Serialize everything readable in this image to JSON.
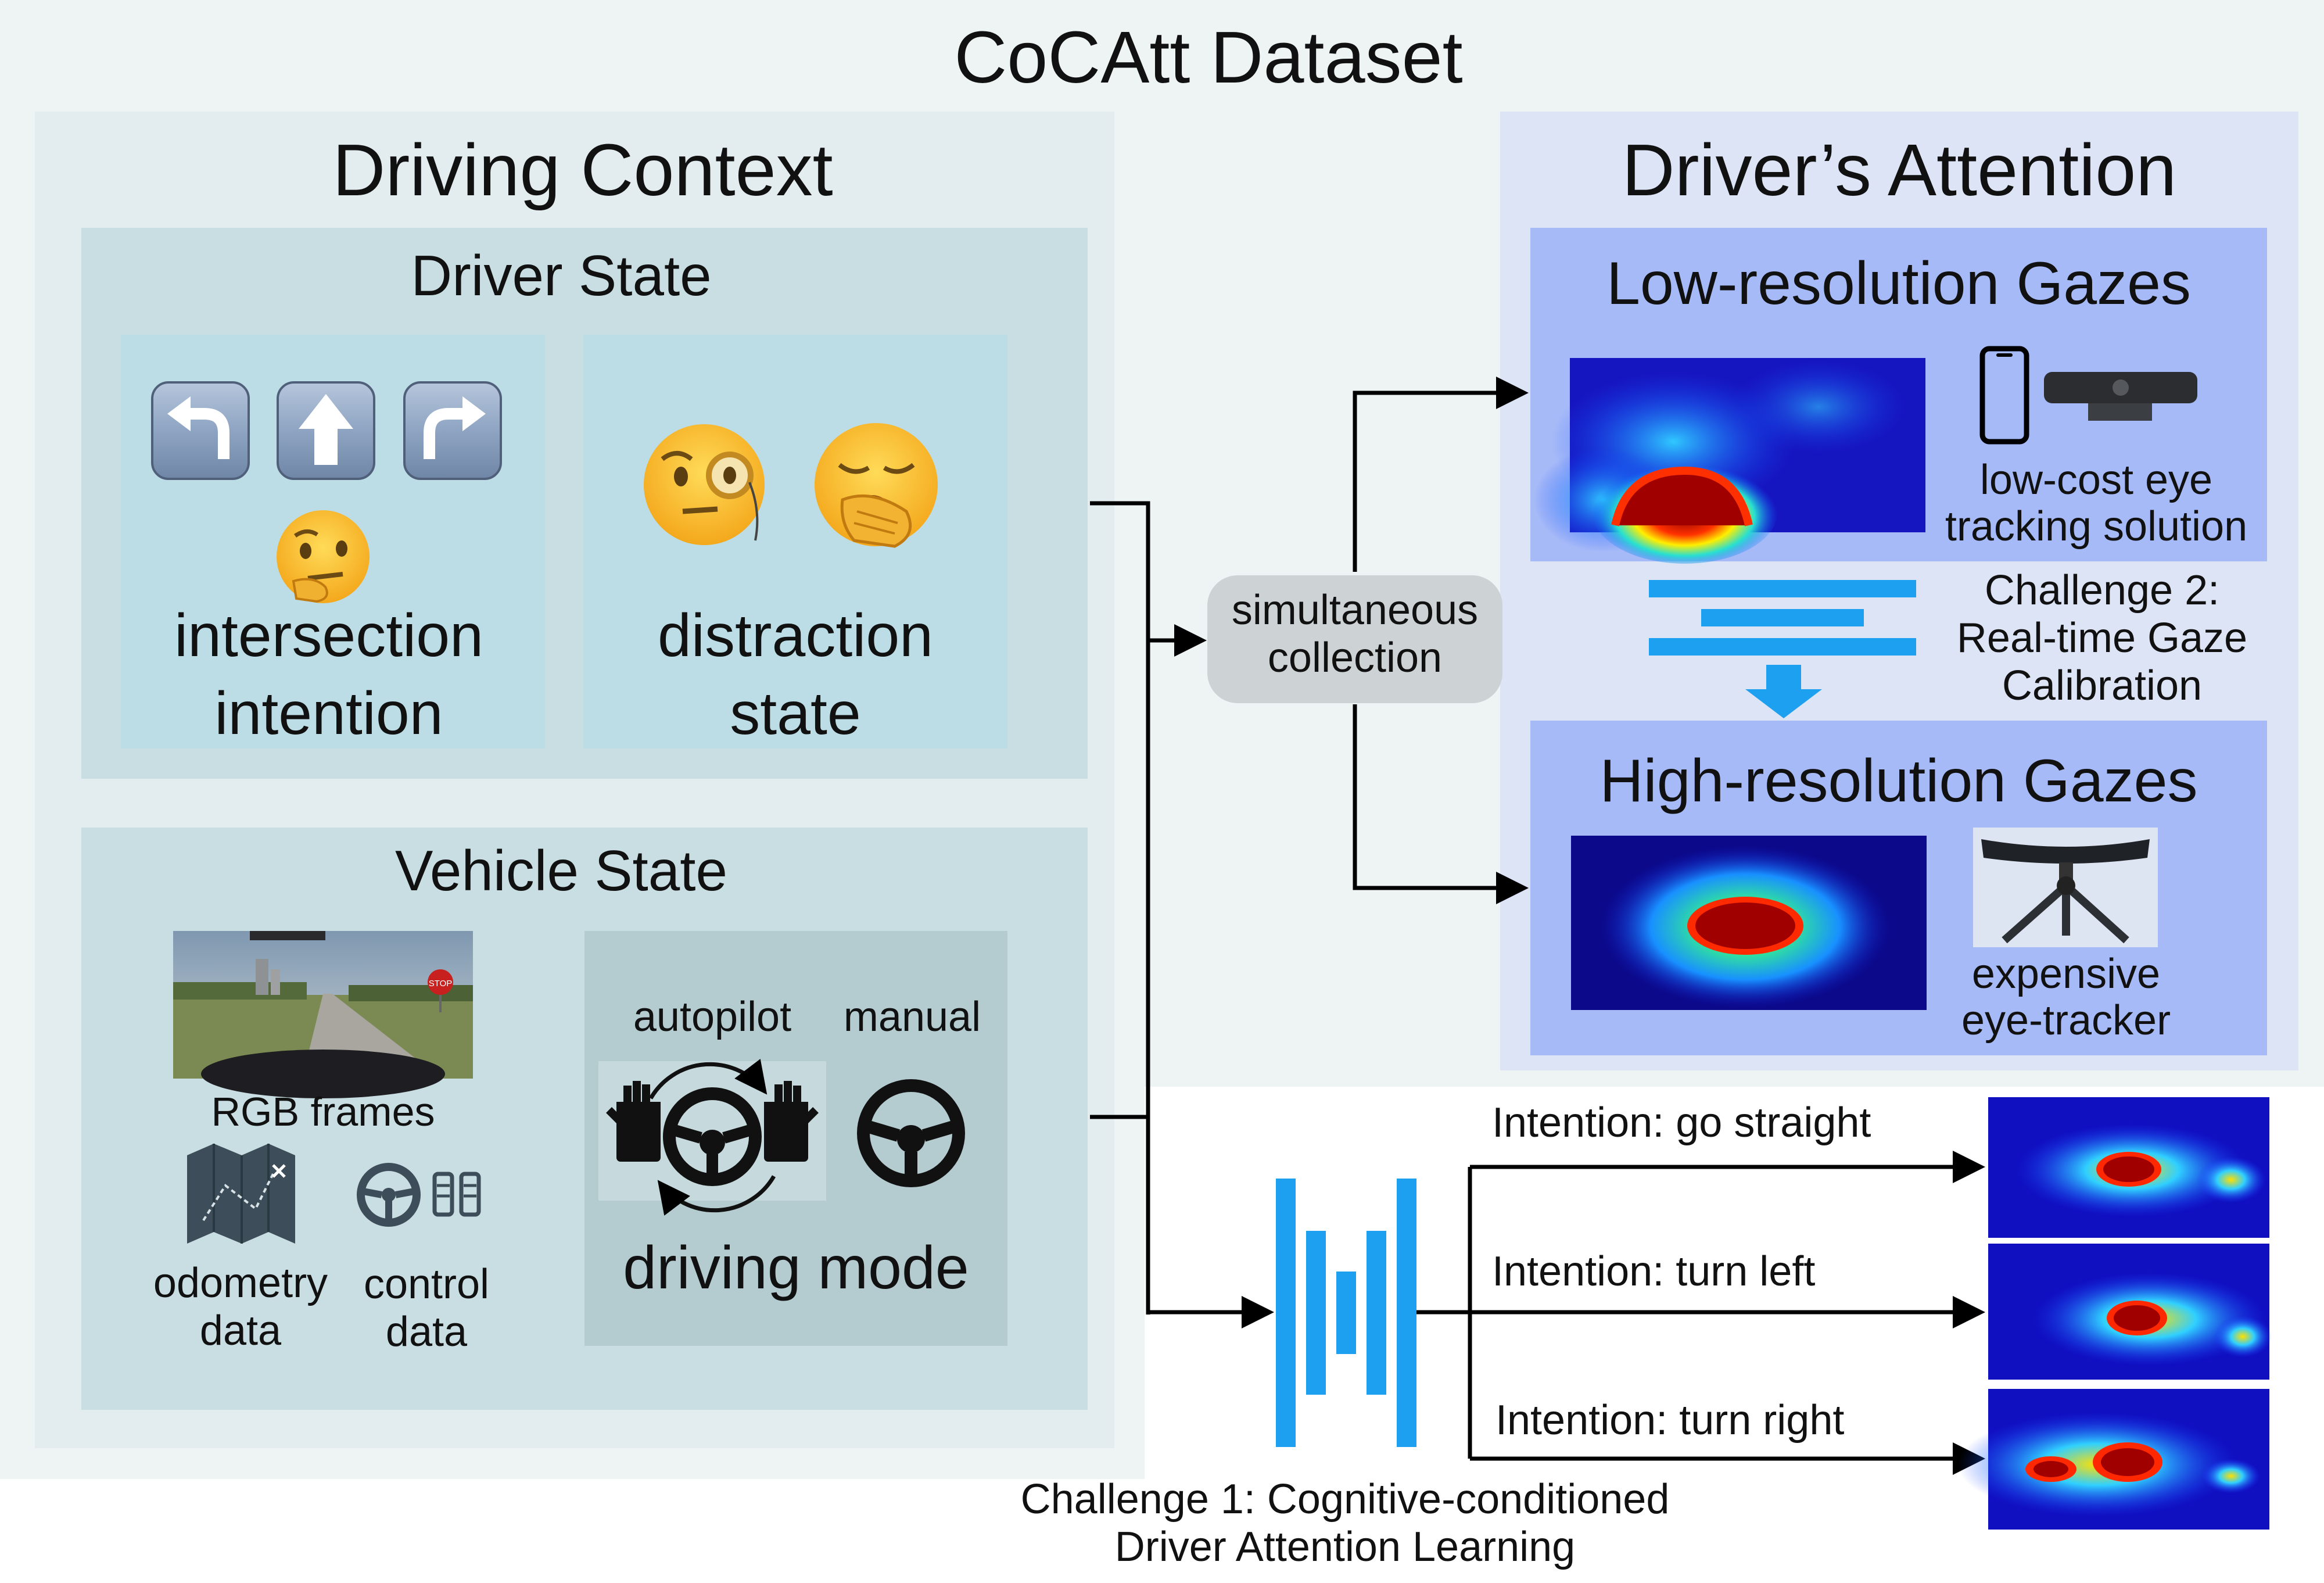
{
  "main_title": "CoCAtt Dataset",
  "driving_context": {
    "title": "Driving Context",
    "driver_state": {
      "title": "Driver State",
      "intention_label_1": "intersection",
      "intention_label_2": "intention",
      "distraction_label_1": "distraction",
      "distraction_label_2": "state",
      "emoji_thinking": "🤔",
      "emoji_monocle": "🧐",
      "emoji_yawn": "🥱"
    },
    "vehicle_state": {
      "title": "Vehicle State",
      "rgb_label": "RGB frames",
      "odometry_label_1": "odometry",
      "odometry_label_2": "data",
      "control_label_1": "control",
      "control_label_2": "data",
      "autopilot_label": "autopilot",
      "manual_label": "manual",
      "driving_mode_label": "driving mode",
      "stop_sign_text": "STOP"
    }
  },
  "drivers_attention": {
    "title": "Driver’s Attention",
    "low_res": {
      "title": "Low-resolution Gazes",
      "solution_label_1": "low-cost eye",
      "solution_label_2": "tracking solution"
    },
    "challenge2_line1": "Challenge 2:",
    "challenge2_line2": "Real-time Gaze",
    "challenge2_line3": "Calibration",
    "high_res": {
      "title": "High-resolution Gazes",
      "tracker_label_1": "expensive",
      "tracker_label_2": "eye-tracker"
    }
  },
  "simultaneous_1": "simultaneous",
  "simultaneous_2": "collection",
  "intentions": [
    "Intention: go straight",
    "Intention: turn left",
    "Intention: turn right"
  ],
  "challenge1_line1": "Challenge 1: Cognitive-conditioned",
  "challenge1_line2": "Driver Attention Learning",
  "colors": {
    "outer_bg": "#eef4f4",
    "context_bg": "#e3ecee",
    "state_panel_bg": "#c9dee2",
    "driver_inner_bg": "#bcdde5",
    "attention_bg": "#dce4f6",
    "gaze_panel_bg": "#a6baf8",
    "accent_blue": "#1ea0f0",
    "arrow_black": "#000000"
  }
}
